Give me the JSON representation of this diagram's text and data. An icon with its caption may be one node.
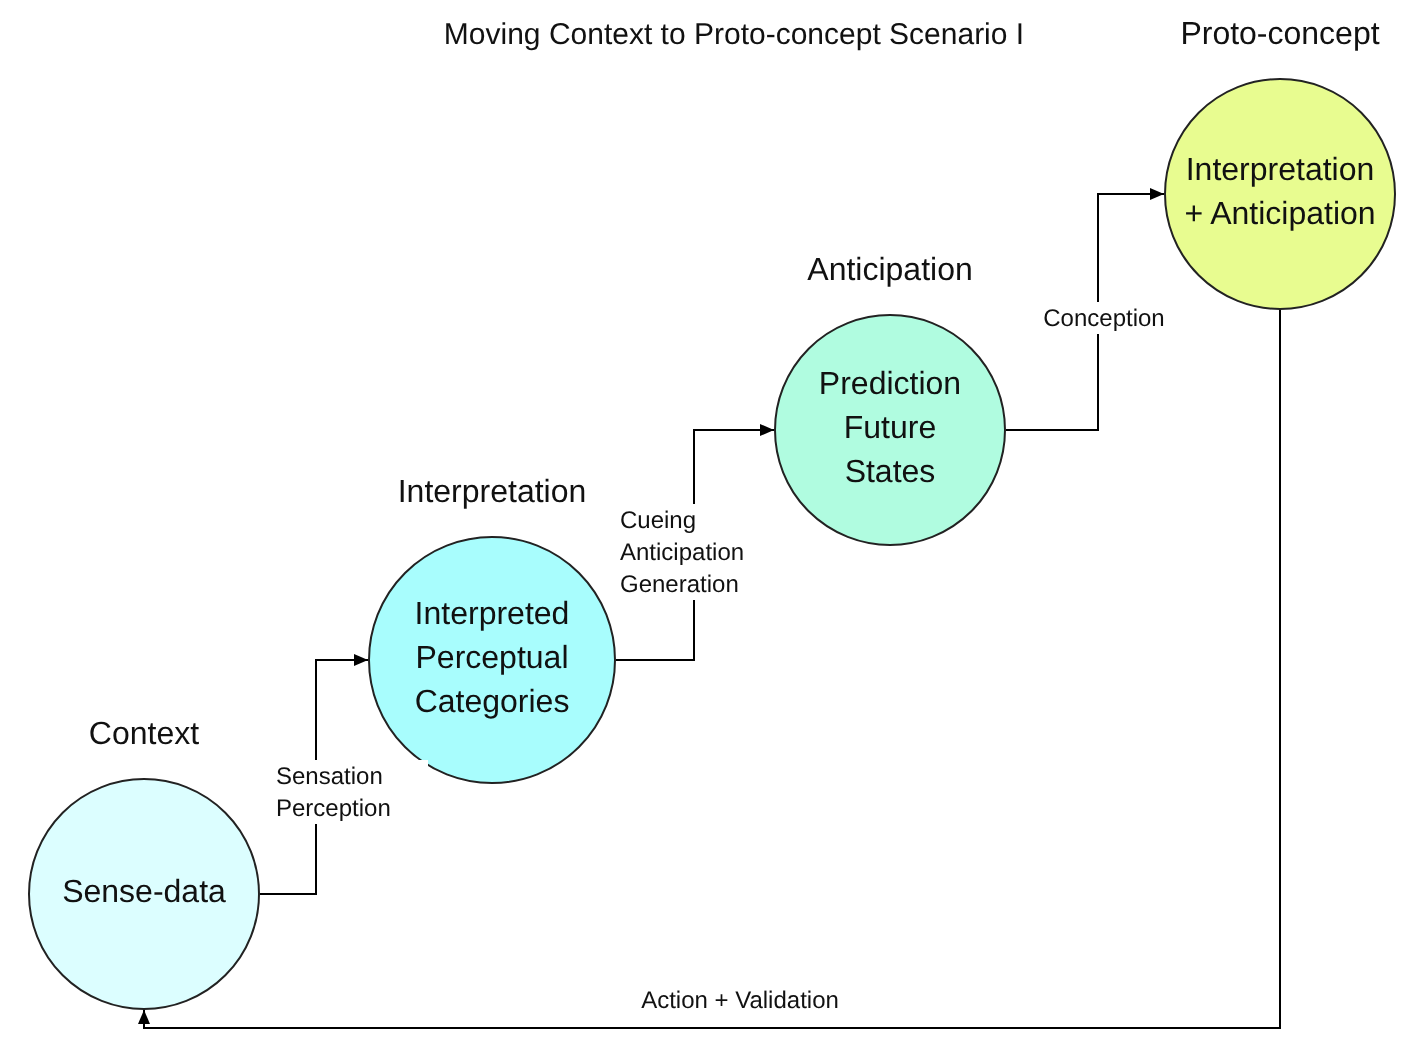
{
  "diagram": {
    "title": "Moving Context to Proto-concept Scenario I",
    "nodes": [
      {
        "text": [
          "Context",
          "Sense-data"
        ]
      },
      {
        "text": [
          "Interpretation",
          "Interpreted Perceptual Categories"
        ]
      },
      {
        "text": [
          "Anticipation",
          "Prediction Future States"
        ]
      },
      {
        "text": [
          "Proto-concept",
          "Interpretation + Anticipation"
        ]
      }
    ],
    "edges": [
      {
        "from": 0,
        "to": 1,
        "arrow": "to",
        "label": "Sensation Perception"
      },
      {
        "from": 1,
        "to": 2,
        "arrow": "to",
        "label": "Cueing Anticipation Generation"
      },
      {
        "from": 2,
        "to": 3,
        "arrow": "to",
        "label": "Conception"
      },
      {
        "from": 3,
        "to": 0,
        "arrow": "to",
        "label": "Action + Validation"
      }
    ]
  }
}
